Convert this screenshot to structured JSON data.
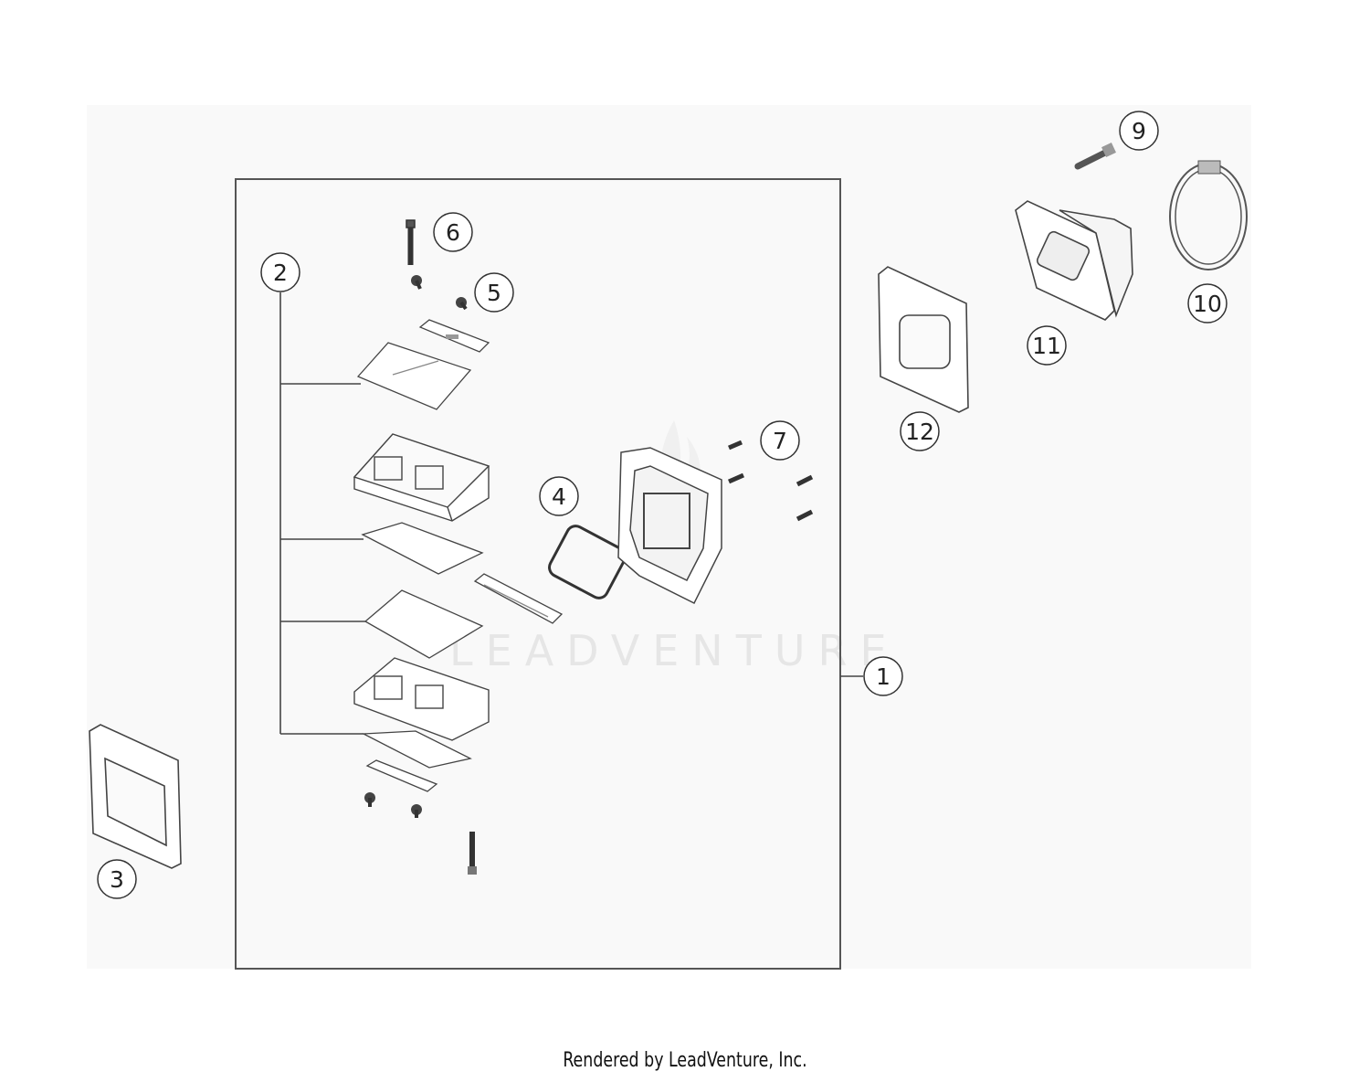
{
  "callouts": [
    {
      "id": "1",
      "label": "1"
    },
    {
      "id": "2",
      "label": "2"
    },
    {
      "id": "3",
      "label": "3"
    },
    {
      "id": "4",
      "label": "4"
    },
    {
      "id": "5",
      "label": "5"
    },
    {
      "id": "6",
      "label": "6"
    },
    {
      "id": "7",
      "label": "7"
    },
    {
      "id": "9",
      "label": "9"
    },
    {
      "id": "10",
      "label": "10"
    },
    {
      "id": "11",
      "label": "11"
    },
    {
      "id": "12",
      "label": "12"
    }
  ],
  "watermark": "LEADVENTURE",
  "footer": "Rendered by LeadVenture, Inc."
}
